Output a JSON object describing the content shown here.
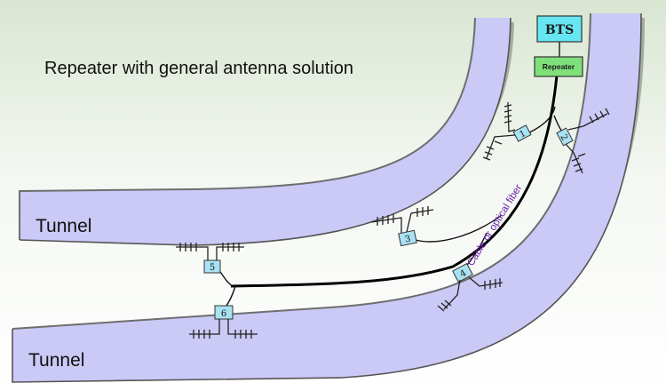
{
  "title": "Repeater with general antenna solution",
  "tunnel_labels": [
    "Tunnel",
    "Tunnel"
  ],
  "bts_label": "BTS",
  "repeater_label": "Repeater",
  "cable_label": "Cable or optical fiber",
  "nodes": [
    "1",
    "2",
    "3",
    "4",
    "5",
    "6"
  ],
  "colors": {
    "tunnel_fill": "#cbc9f6",
    "tunnel_edge": "#6e6e6e",
    "background_top": "#d9e6d2",
    "bts_fill": "#66e6f2",
    "repeater_fill": "#7fe07a",
    "node_fill": "#a9e2f2",
    "cable": "#000000",
    "cable_label": "#6a1fb0"
  }
}
